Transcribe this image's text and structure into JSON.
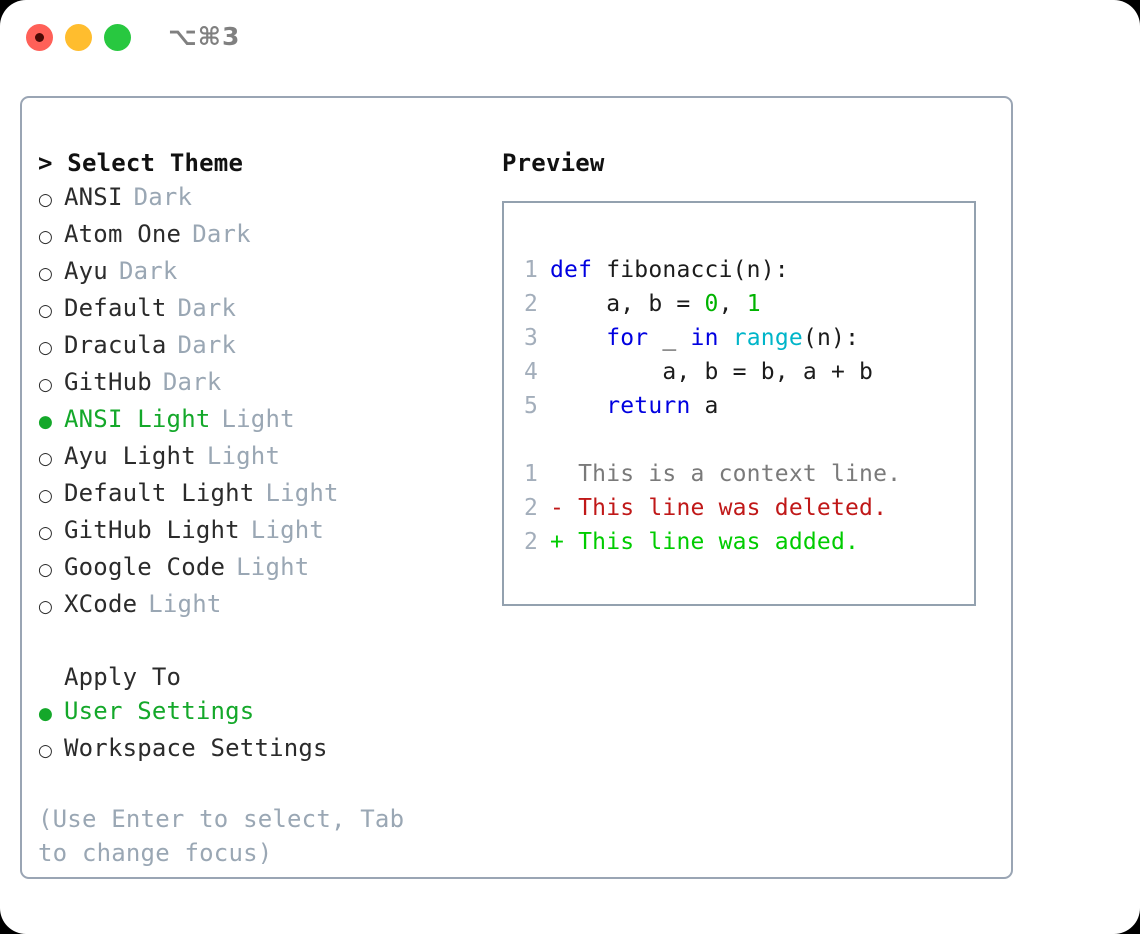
{
  "titlebar": {
    "shortcut": "⌥⌘3",
    "lights": [
      {
        "name": "close",
        "color": "#ff6058"
      },
      {
        "name": "minimize",
        "color": "#ffbd2e"
      },
      {
        "name": "maximize",
        "color": "#28c840"
      }
    ]
  },
  "theme_picker": {
    "heading": "> Select Theme",
    "selected_marker": "●",
    "unselected_marker": "○",
    "items": [
      {
        "label": "ANSI",
        "tag": "Dark",
        "selected": false
      },
      {
        "label": "Atom One",
        "tag": "Dark",
        "selected": false
      },
      {
        "label": "Ayu",
        "tag": "Dark",
        "selected": false
      },
      {
        "label": "Default",
        "tag": "Dark",
        "selected": false
      },
      {
        "label": "Dracula",
        "tag": "Dark",
        "selected": false
      },
      {
        "label": "GitHub",
        "tag": "Dark",
        "selected": false
      },
      {
        "label": "ANSI Light",
        "tag": "Light",
        "selected": true
      },
      {
        "label": "Ayu Light",
        "tag": "Light",
        "selected": false
      },
      {
        "label": "Default Light",
        "tag": "Light",
        "selected": false
      },
      {
        "label": "GitHub Light",
        "tag": "Light",
        "selected": false
      },
      {
        "label": "Google Code",
        "tag": "Light",
        "selected": false
      },
      {
        "label": "XCode",
        "tag": "Light",
        "selected": false
      }
    ]
  },
  "apply_to": {
    "heading": "Apply To",
    "items": [
      {
        "label": "User Settings",
        "selected": true
      },
      {
        "label": "Workspace Settings",
        "selected": false
      }
    ]
  },
  "hint": "(Use Enter to select, Tab to change focus)",
  "preview": {
    "heading": "Preview",
    "code_lines": [
      {
        "num": "1",
        "tokens": [
          {
            "text": "def ",
            "kind": "kw"
          },
          {
            "text": "fibonacci(n):",
            "kind": "plain"
          }
        ]
      },
      {
        "num": "2",
        "tokens": [
          {
            "text": "    a, b = ",
            "kind": "plain"
          },
          {
            "text": "0",
            "kind": "num"
          },
          {
            "text": ", ",
            "kind": "plain"
          },
          {
            "text": "1",
            "kind": "num"
          }
        ]
      },
      {
        "num": "3",
        "tokens": [
          {
            "text": "    ",
            "kind": "plain"
          },
          {
            "text": "for",
            "kind": "kw"
          },
          {
            "text": " _ ",
            "kind": "plain"
          },
          {
            "text": "in",
            "kind": "kw"
          },
          {
            "text": " ",
            "kind": "plain"
          },
          {
            "text": "range",
            "kind": "fn"
          },
          {
            "text": "(n):",
            "kind": "plain"
          }
        ]
      },
      {
        "num": "4",
        "tokens": [
          {
            "text": "        a, b = b, a + b",
            "kind": "plain"
          }
        ]
      },
      {
        "num": "5",
        "tokens": [
          {
            "text": "    ",
            "kind": "plain"
          },
          {
            "text": "return",
            "kind": "kw"
          },
          {
            "text": " a",
            "kind": "plain"
          }
        ]
      }
    ],
    "diff_lines": [
      {
        "num": "1",
        "marker": " ",
        "text": " This is a context line.",
        "kind": "ctx"
      },
      {
        "num": "2",
        "marker": "-",
        "text": " This line was deleted.",
        "kind": "del"
      },
      {
        "num": "2",
        "marker": "+",
        "text": " This line was added.",
        "kind": "add"
      }
    ]
  },
  "colors": {
    "accent_green": "#14a82a",
    "muted": "#9aa7b4",
    "keyword": "#0000e0",
    "function": "#00b5c9",
    "number": "#00b300",
    "diff_deleted": "#c01818",
    "diff_added": "#00cc00",
    "border": "#9aa5b4"
  }
}
